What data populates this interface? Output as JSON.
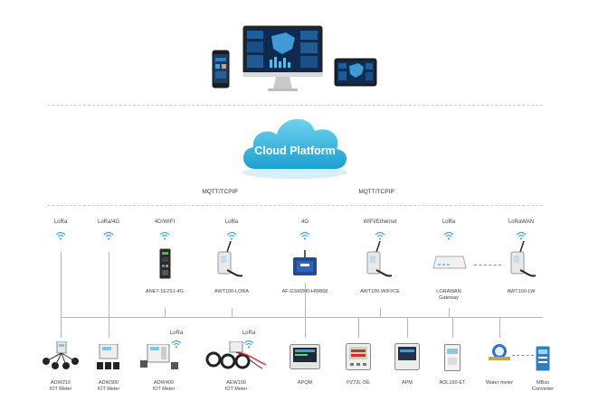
{
  "cloud": {
    "title": "Cloud Platform"
  },
  "links": {
    "left": "MQTT/TCPIP",
    "right": "MQTT/TCPIP"
  },
  "gateways": [
    {
      "protocol": "LoRa",
      "name": ""
    },
    {
      "protocol": "LoRa/4G",
      "name": ""
    },
    {
      "protocol": "4G/WIFI",
      "name": "ANET-1E2S1-4G"
    },
    {
      "protocol": "LoRa",
      "name": "AWT100-LORA"
    },
    {
      "protocol": "4G",
      "name": "AF-GSM300-HW868"
    },
    {
      "protocol": "WIFI/Ethernet",
      "name": "AWT100-WIFI/CE"
    },
    {
      "protocol": "LoRa",
      "name": "LORAWAN",
      "name2": "Gateway"
    },
    {
      "protocol": "LoRaWAN",
      "name": "AWT100-LW"
    }
  ],
  "devices": [
    {
      "name": "ADW210",
      "name2": "IOT  Meter"
    },
    {
      "name": "ADW300",
      "name2": "IOT  Meter"
    },
    {
      "name": "ADW400",
      "name2": "IOT  Meter",
      "tag": "LoRa"
    },
    {
      "name": "AEW100",
      "name2": "IOT  Meter",
      "tag": "LoRa"
    },
    {
      "name": "APQM",
      "name2": ""
    },
    {
      "name": "PZ72L-DE",
      "name2": ""
    },
    {
      "name": "APM",
      "name2": ""
    },
    {
      "name": "ADL100-ET",
      "name2": ""
    },
    {
      "name": "Water meter",
      "name2": ""
    },
    {
      "name": "MBus",
      "name2": "Converter"
    }
  ],
  "colors": {
    "cloud": "#2fb6dc",
    "bus": "#b5b5b5",
    "wifi": "#3aaed8"
  }
}
